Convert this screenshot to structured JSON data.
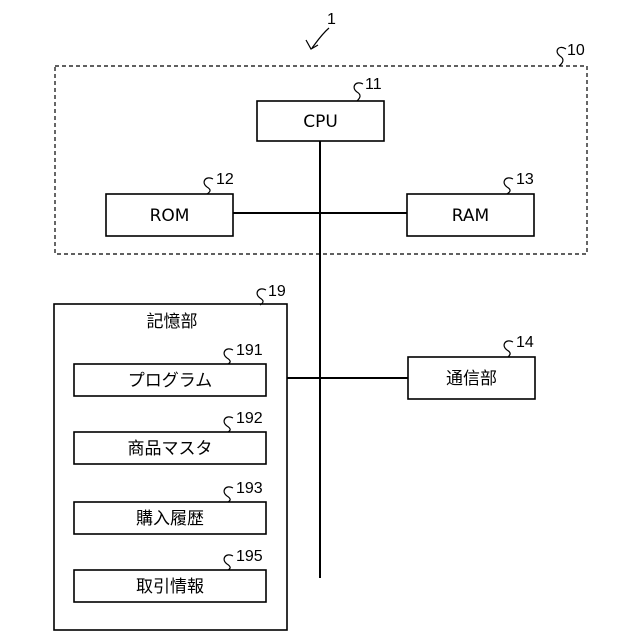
{
  "figure": {
    "ref_system": "1",
    "control_unit": {
      "ref": "10"
    },
    "cpu": {
      "label": "CPU",
      "ref": "11"
    },
    "rom": {
      "label": "ROM",
      "ref": "12"
    },
    "ram": {
      "label": "RAM",
      "ref": "13"
    },
    "comm": {
      "label": "通信部",
      "ref": "14"
    },
    "storage": {
      "label": "記憶部",
      "ref": "19",
      "items": [
        {
          "label": "プログラム",
          "ref": "191"
        },
        {
          "label": "商品マスタ",
          "ref": "192"
        },
        {
          "label": "購入履歴",
          "ref": "193"
        },
        {
          "label": "取引情報",
          "ref": "195"
        }
      ]
    }
  }
}
